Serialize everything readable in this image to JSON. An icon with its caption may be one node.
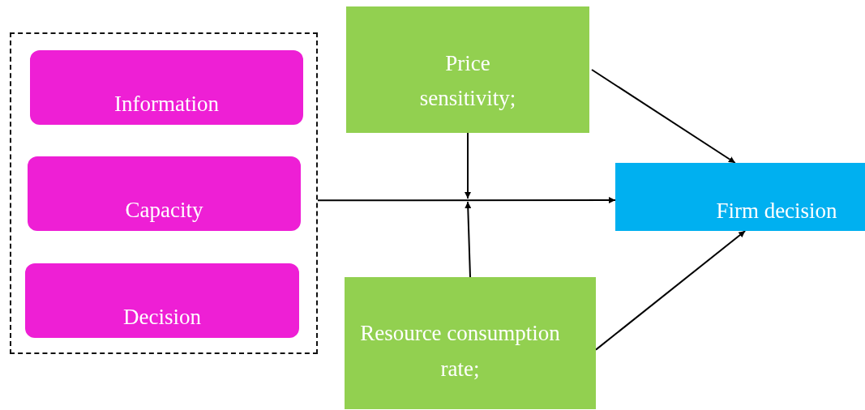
{
  "diagram": {
    "nodes": [
      {
        "text": [],
        "shape": "box"
      },
      {
        "text": [
          "Information"
        ],
        "in": 0
      },
      {
        "text": [
          "Capacity"
        ],
        "in": 0
      },
      {
        "text": [
          "Decision"
        ],
        "in": 0
      },
      {
        "text": [
          "Price sensitivity;"
        ]
      },
      {
        "text": [
          "Resource consumption rate;"
        ]
      },
      {
        "text": [
          "Firm decision"
        ]
      }
    ],
    "edges": [
      {
        "from": 0,
        "to": 6,
        "arrow": "to"
      },
      {
        "from": 4,
        "to": null,
        "arrow": "to"
      },
      {
        "from": 5,
        "to": null,
        "arrow": "to"
      },
      {
        "from": 4,
        "to": 6,
        "arrow": "to"
      },
      {
        "from": 5,
        "to": 6,
        "arrow": "to"
      }
    ]
  }
}
